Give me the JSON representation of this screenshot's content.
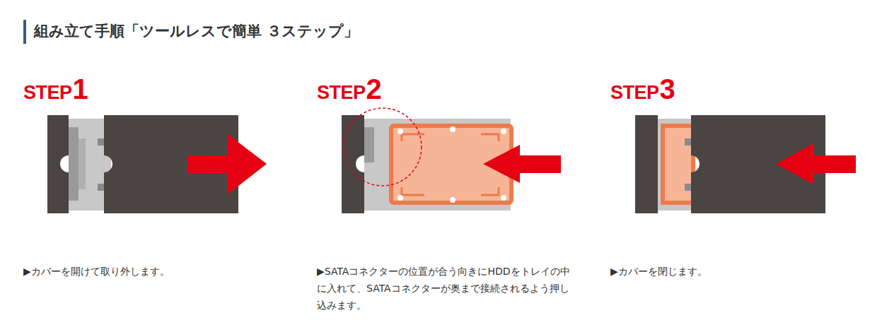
{
  "diagram": {
    "title": "組み立て手順「ツールレスで簡単 ３ステップ」",
    "labels": [
      "STEP",
      "1",
      "STEP",
      "2",
      "STEP",
      "3",
      "▶カバーを開けて取り外します。",
      "▶SATAコネクターの位置が合う向きにHDDをトレイの中に入れて、SATAコネクターが奥まで接続されるよう押し込みます。",
      "▶カバーを閉じます。"
    ]
  }
}
